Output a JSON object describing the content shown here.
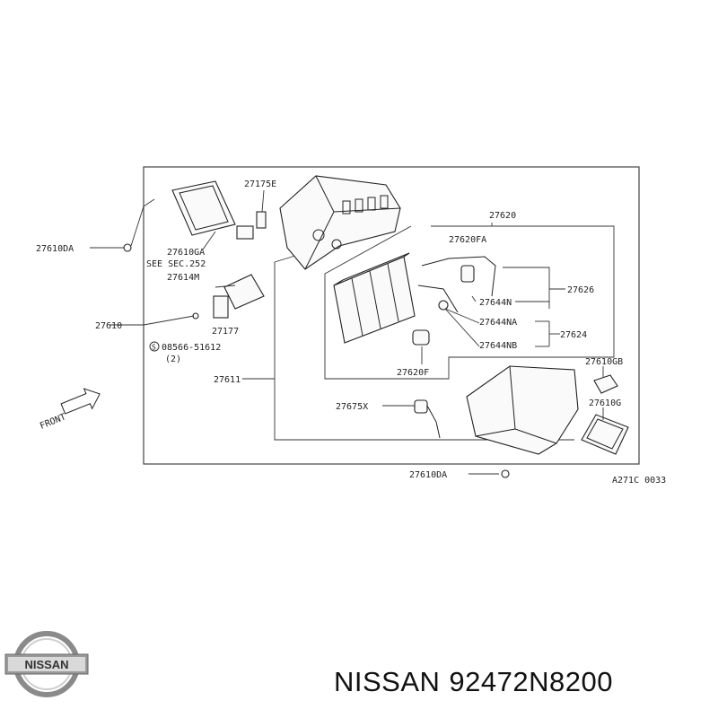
{
  "labels": {
    "p27175E": "27175E",
    "p27620": "27620",
    "p27610DA_left": "27610DA",
    "p27610GA": "27610GA",
    "see_sec": "SEE SEC.252",
    "p27620FA": "27620FA",
    "p27614M": "27614M",
    "p27626": "27626",
    "p27644N": "27644N",
    "p27610": "27610",
    "p27644NA": "27644NA",
    "p27177": "27177",
    "p27624": "27624",
    "p27644NB": "27644NB",
    "p08566": "08566-51612",
    "p08566_qty": "(2)",
    "p27611": "27611",
    "p27620F": "27620F",
    "p27610GB": "27610GB",
    "p27610G": "27610G",
    "p27675X": "27675X",
    "front": "FRONT",
    "p27610DA_bottom": "27610DA",
    "diagram_code": "A271C 0033"
  },
  "logo_text": "NISSAN",
  "footer": {
    "brand": "NISSAN",
    "part_number": "92472N8200"
  },
  "colors": {
    "line": "#333333",
    "logo_silver": "#8a8a8a"
  }
}
